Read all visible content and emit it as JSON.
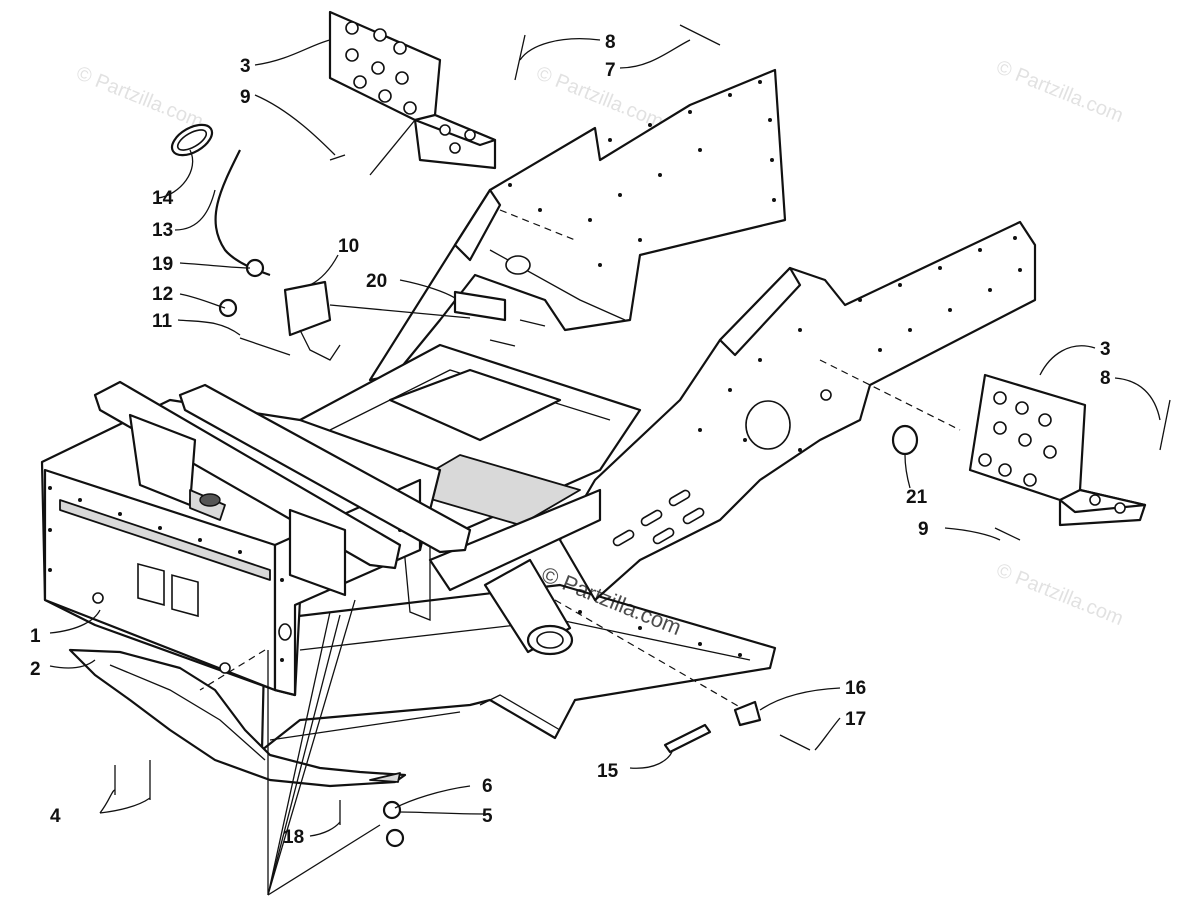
{
  "watermark": "© Partzilla.com",
  "callouts": [
    {
      "id": "c1",
      "label": "1"
    },
    {
      "id": "c2",
      "label": "2"
    },
    {
      "id": "c3a",
      "label": "3"
    },
    {
      "id": "c3b",
      "label": "3"
    },
    {
      "id": "c4",
      "label": "4"
    },
    {
      "id": "c5",
      "label": "5"
    },
    {
      "id": "c6",
      "label": "6"
    },
    {
      "id": "c7",
      "label": "7"
    },
    {
      "id": "c8a",
      "label": "8"
    },
    {
      "id": "c8b",
      "label": "8"
    },
    {
      "id": "c9a",
      "label": "9"
    },
    {
      "id": "c9b",
      "label": "9"
    },
    {
      "id": "c10",
      "label": "10"
    },
    {
      "id": "c11",
      "label": "11"
    },
    {
      "id": "c12",
      "label": "12"
    },
    {
      "id": "c13",
      "label": "13"
    },
    {
      "id": "c14",
      "label": "14"
    },
    {
      "id": "c15",
      "label": "15"
    },
    {
      "id": "c16",
      "label": "16"
    },
    {
      "id": "c17",
      "label": "17"
    },
    {
      "id": "c18",
      "label": "18"
    },
    {
      "id": "c19",
      "label": "19"
    },
    {
      "id": "c20",
      "label": "20"
    },
    {
      "id": "c21",
      "label": "21"
    }
  ]
}
